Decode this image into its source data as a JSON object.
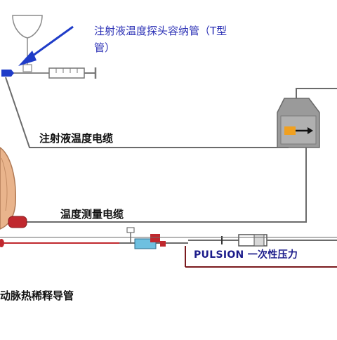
{
  "labels": {
    "tube_line1": "注射液温度探头容纳管（T型",
    "tube_line2": "管）",
    "injectate_cable": "注射液温度电缆",
    "temp_cable": "温度测量电缆",
    "pulsion": "PULSION 一次性压力",
    "artery_catheter": "动脉热稀释导管"
  },
  "colors": {
    "label_blue": "#2a2fb5",
    "cable_gray": "#6b6b6b",
    "artery_red": "#c0282e",
    "arrow_blue": "#1f3cc8",
    "hand_skin": "#e9b48c",
    "monitor_gray": "#9a9a9a",
    "monitor_orange": "#f0a020"
  },
  "icons": [
    "iv-bag-icon",
    "syringe-icon",
    "pointer-arrow-icon",
    "monitor-module-icon",
    "stopcock-icon",
    "pressure-transducer-icon",
    "hand-icon"
  ]
}
